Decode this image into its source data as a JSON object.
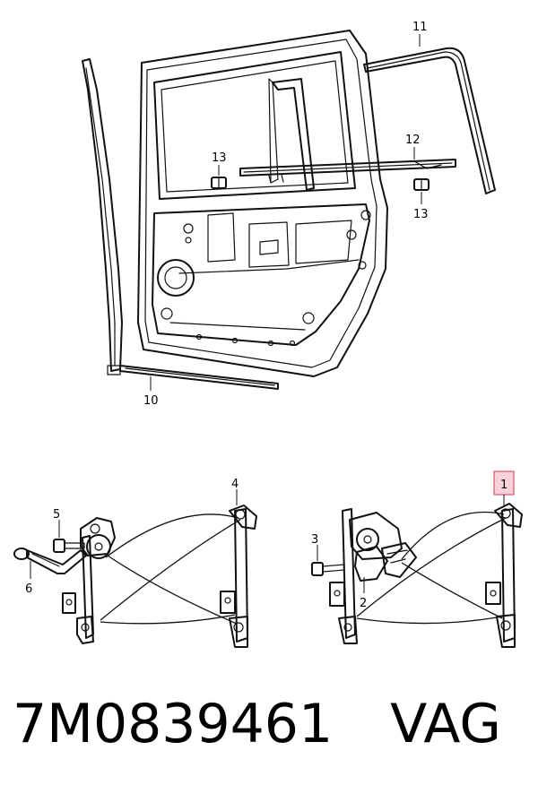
{
  "diagram": {
    "callouts": {
      "c1": "1",
      "c2": "2",
      "c3": "3",
      "c4": "4",
      "c5": "5",
      "c6": "6",
      "c10": "10",
      "c11": "11",
      "c12": "12",
      "c13a": "13",
      "c13b": "13"
    },
    "highlighted_callout": "1",
    "highlight_color": "#f7d2d8"
  },
  "footer": {
    "part_number": "7M0839461",
    "brand": "VAG"
  }
}
